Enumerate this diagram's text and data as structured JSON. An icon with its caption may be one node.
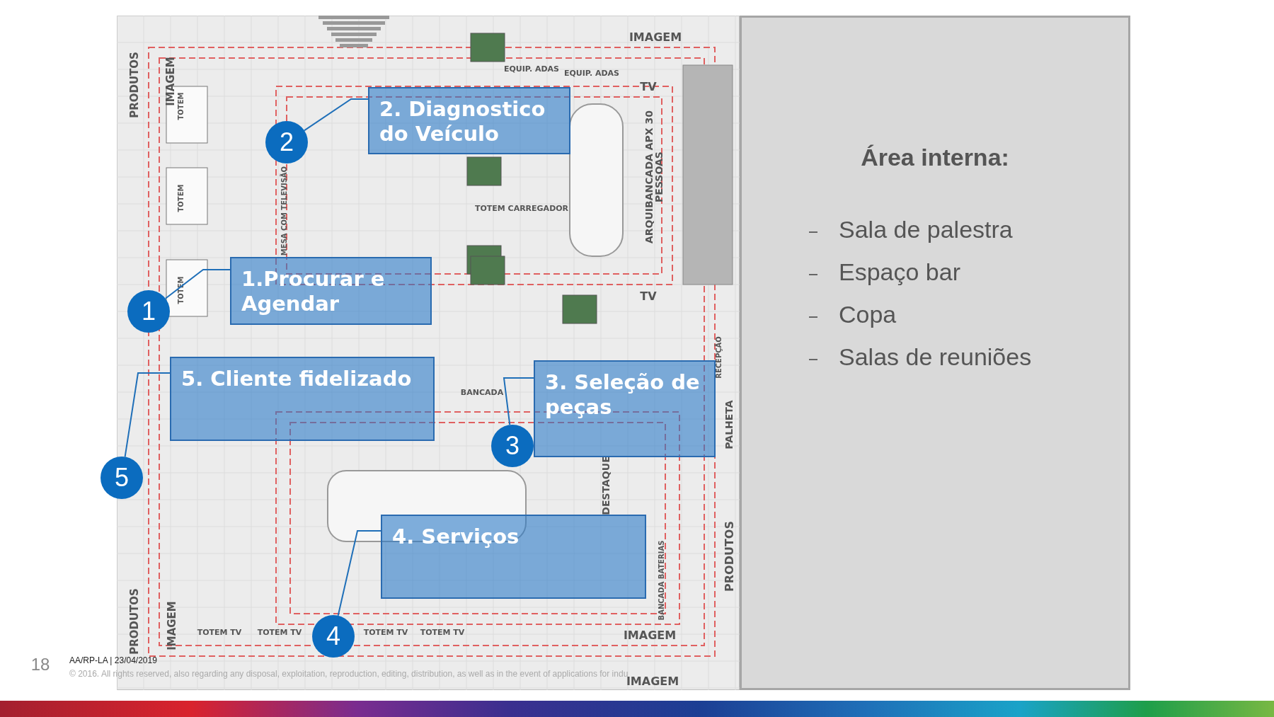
{
  "diagram": {
    "nodes": [
      {
        "text": [
          "1.Procurar e Agendar"
        ]
      },
      {
        "text": [
          "1"
        ]
      },
      {
        "text": [
          "2. Diagnostico do Veículo"
        ]
      },
      {
        "text": [
          "2"
        ]
      },
      {
        "text": [
          "3. Seleção de peças"
        ]
      },
      {
        "text": [
          "3"
        ]
      },
      {
        "text": [
          "4. Serviços"
        ]
      },
      {
        "text": [
          "4"
        ]
      },
      {
        "text": [
          "5. Cliente fidelizado"
        ]
      },
      {
        "text": [
          "5"
        ]
      },
      {
        "text": [
          "Área interna:",
          "Sala de palestra",
          "Espaço bar",
          "Copa",
          "Salas de reuniões"
        ]
      }
    ],
    "edges": [
      {
        "from": 1,
        "to": 0,
        "arrow": "none"
      },
      {
        "from": 3,
        "to": 2,
        "arrow": "none"
      },
      {
        "from": 5,
        "to": 4,
        "arrow": "none"
      },
      {
        "from": 7,
        "to": 6,
        "arrow": "none"
      },
      {
        "from": 9,
        "to": 8,
        "arrow": "none"
      }
    ],
    "labels": [
      "PRODUTOS",
      "IMAGEM",
      "TOTEM",
      "TOTEM",
      "TOTEM",
      "EQUIP. ADAS",
      "EQUIP. ADAS",
      "IMAGEM",
      "TV",
      "TOTEM CARREGADOR",
      "ARQUIBANCADA APX 30 PESSOAS",
      "MESA COM TELEVISÃO",
      "TV",
      "RECEPÇÃO",
      "BANCADA",
      "DESTAQUE",
      "PALHETA",
      "BANCADA BATERIAS",
      "PRODUTOS",
      "IMAGEM",
      "PRODUTOS",
      "IMAGEM",
      "TOTEM TV",
      "TOTEM TV",
      "TOTEM TV",
      "TOTEM TV",
      "IMAGEM",
      "18",
      "AA/RP-LA | 23/04/2019",
      "© 2016. All rights reserved, also regarding any disposal, exploitation, reproduction, editing, distribution, as well as in the event of applications for indu"
    ]
  }
}
